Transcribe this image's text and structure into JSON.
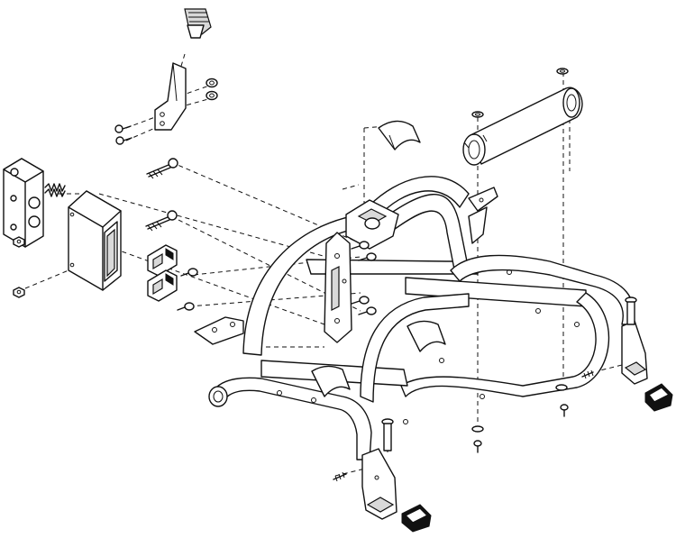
{
  "diagram": {
    "kind": "exploded-parts-view",
    "colors": {
      "line": "#111111",
      "fill": "#ffffff",
      "shade": "#d9d9d9"
    },
    "parts": [
      "grip-cap",
      "mounting-bracket",
      "nut",
      "bolt",
      "end-block",
      "spring",
      "spacer-box",
      "clamp",
      "tube",
      "sleeve-clip",
      "frame",
      "side-plate",
      "foot-cap",
      "pin",
      "washer",
      "screw"
    ]
  }
}
